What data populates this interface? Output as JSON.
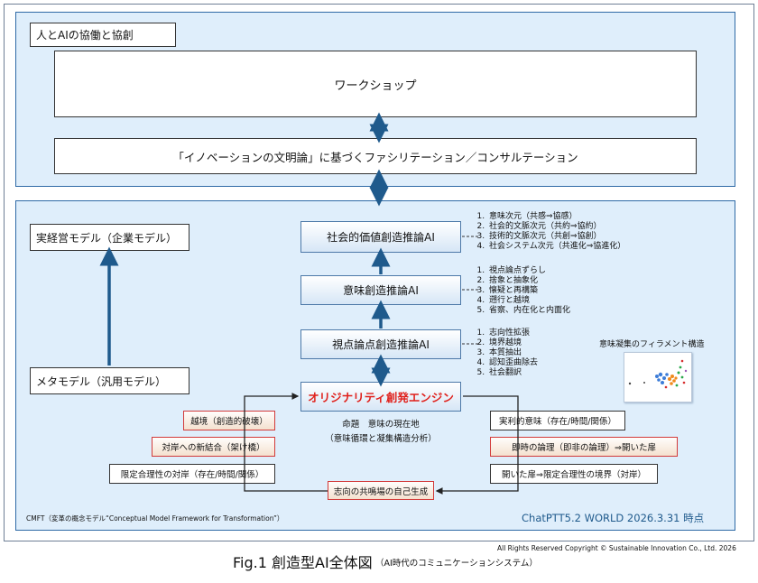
{
  "top": {
    "title": "人とAIの協働と協創",
    "workshop": "ワークショップ",
    "facilitation": "「イノベーションの文明論」に基づくファシリテーション／コンサルテーション"
  },
  "left": {
    "real_model": "実経営モデル（企業モデル）",
    "meta_model": "メタモデル（汎用モデル）"
  },
  "ai": {
    "social": "社会的価値創造推論AI",
    "meaning": "意味創造推論AI",
    "viewpoint": "視点論点創造推論AI",
    "engine": "オリジナリティ創発エンジン"
  },
  "lists": {
    "social": [
      "意味次元（共感⇒協感）",
      "社会的文脈次元（共約⇒協約）",
      "技術的文脈次元（共創⇒協創）",
      "社会システム次元（共進化⇒協進化）"
    ],
    "meaning": [
      "視点論点ずらし",
      "捨象と抽象化",
      "懐疑と再構築",
      "遡行と越境",
      "省察、内在化と内面化"
    ],
    "viewpoint": [
      "志向性拡張",
      "境界越境",
      "本質抽出",
      "認知歪曲除去",
      "社会翻訳"
    ]
  },
  "filament_title": "意味凝集のフィラメント構造",
  "proposition": {
    "line1": "命題　意味の現在地",
    "line2": "（意味循環と凝集構造分析）"
  },
  "cycle_left": [
    "越境（創造的破壊）",
    "対岸への新結合（架け橋）",
    "限定合理性の対岸（存在/時間/関係）"
  ],
  "cycle_right": [
    "実利的意味（存在/時間/関係）",
    "即時の論理（即非の論理）⇒開いた扉",
    "開いた扉⇒限定合理性の境界（対岸）"
  ],
  "cycle_bottom": "志向の共鳴場の自己生成",
  "cmft": "CMFT（変革の概念モデル“Conceptual Model Framework for Transformation”）",
  "stamp": "ChatPTT5.2 WORLD 2026.3.31 時点",
  "copyright": "All Rights Reserved Copyright ©  Sustainable Innovation Co., Ltd.  2026",
  "figure": {
    "label": "Fig.1 創造型AI全体図",
    "subtitle": "（AI時代のコミュニケーションシステム）"
  },
  "colors": {
    "panel_bg": "#dfeefb",
    "panel_border": "#2f6aa6",
    "arrow": "#1f5a8c",
    "engine_text": "#e0201b",
    "red_border": "#d23a3a"
  }
}
